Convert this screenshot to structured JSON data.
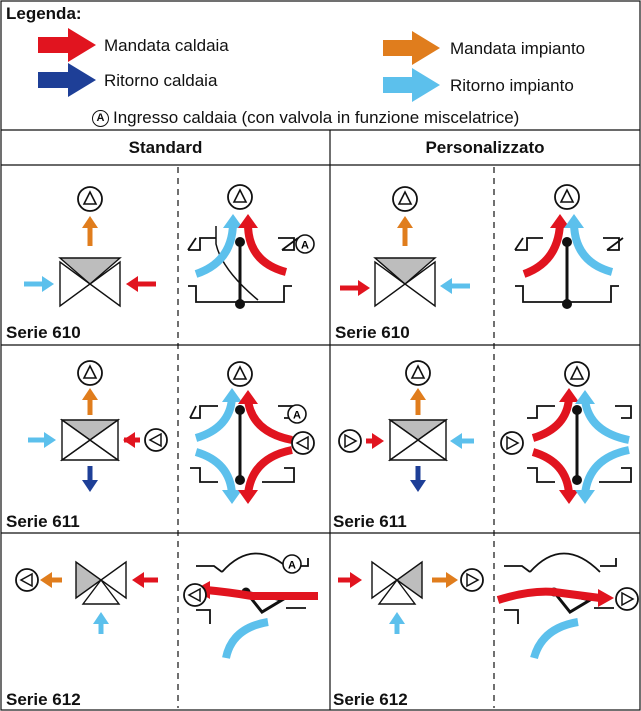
{
  "legend": {
    "title": "Legenda:",
    "items": [
      {
        "label": "Mandata caldaia",
        "color": "#e1141f",
        "icon": "red-arrow-icon"
      },
      {
        "label": "Ritorno caldaia",
        "color": "#1e3f97",
        "icon": "dark-blue-arrow-icon"
      },
      {
        "label": "Mandata impianto",
        "color": "#e07d1d",
        "icon": "orange-arrow-icon"
      },
      {
        "label": "Ritorno impianto",
        "color": "#5cc0ec",
        "icon": "light-blue-arrow-icon"
      }
    ],
    "note_marker": "A",
    "note": "Ingresso caldaia (con valvola in funzione miscelatrice)"
  },
  "columns": [
    "Standard",
    "Personalizzato"
  ],
  "rows": [
    {
      "series": "Serie 610",
      "diagram_marker": "A"
    },
    {
      "series": "Serie 611",
      "diagram_marker": "A"
    },
    {
      "series": "Serie 612",
      "diagram_marker": "A"
    }
  ],
  "colors": {
    "red": "#e1141f",
    "dark_blue": "#1e3f97",
    "orange": "#e07d1d",
    "light_blue": "#5cc0ec",
    "valve_grey": "#bdbdbd"
  }
}
